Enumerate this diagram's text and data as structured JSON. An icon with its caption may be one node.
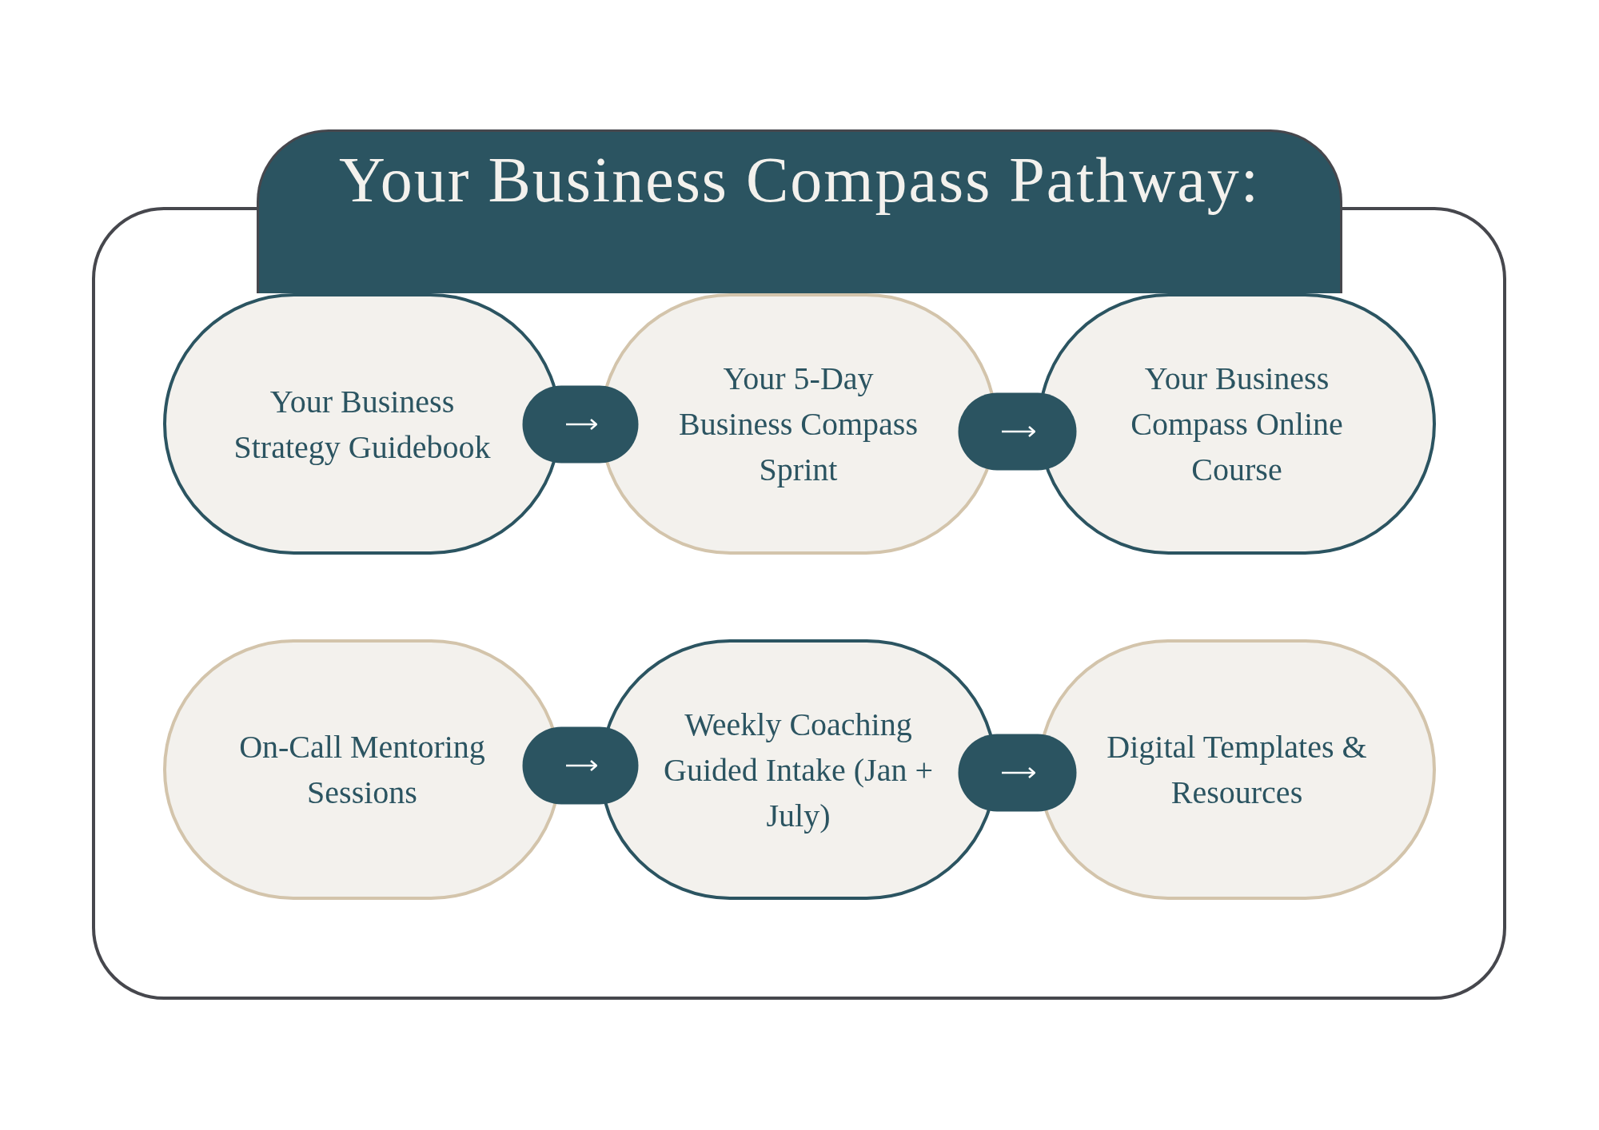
{
  "diagram": {
    "title": "Your Business Compass Pathway:",
    "nodes": [
      {
        "text": [
          "Your Business Strategy Guidebook"
        ]
      },
      {
        "text": [
          "Your 5-Day Business Compass Sprint"
        ]
      },
      {
        "text": [
          "Your Business Compass Online Course"
        ]
      },
      {
        "text": [
          "On-Call Mentoring Sessions"
        ]
      },
      {
        "text": [
          "Weekly Coaching Guided Intake (Jan + July)"
        ]
      },
      {
        "text": [
          "Digital Templates & Resources"
        ]
      }
    ],
    "edges": [
      {
        "from": 0,
        "to": 1,
        "arrow": "to"
      },
      {
        "from": 1,
        "to": 2,
        "arrow": "to"
      },
      {
        "from": 3,
        "to": 4,
        "arrow": "to"
      },
      {
        "from": 4,
        "to": 5,
        "arrow": "to"
      }
    ]
  }
}
